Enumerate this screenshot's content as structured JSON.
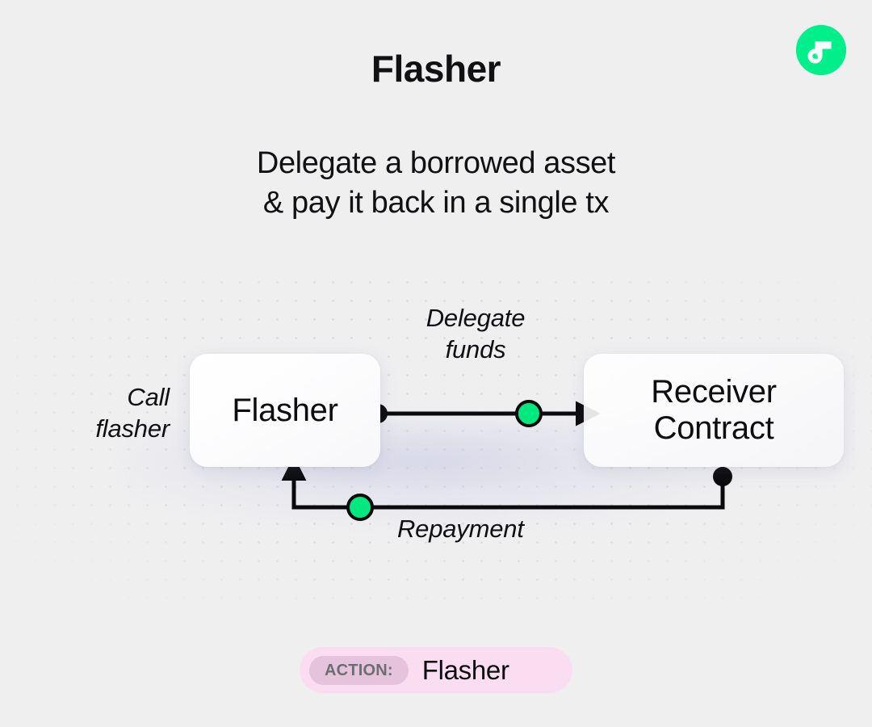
{
  "brand": {
    "logo_icon": "flow-logo-icon",
    "logo_bg": "#00ef8b"
  },
  "header": {
    "title": "Flasher",
    "subtitle_line1": "Delegate a borrowed asset",
    "subtitle_line2": "& pay it back in a single tx"
  },
  "diagram": {
    "type": "flow",
    "nodes": [
      {
        "id": "flasher",
        "label": "Flasher"
      },
      {
        "id": "receiver",
        "label_line1": "Receiver",
        "label_line2": "Contract"
      }
    ],
    "labels": {
      "call_line1": "Call",
      "call_line2": "flasher",
      "delegate_line1": "Delegate",
      "delegate_line2": "funds",
      "repayment": "Repayment"
    },
    "colors": {
      "accent_green": "#00e87f",
      "wire": "#0a0a0c",
      "dot_grid": "#dcdcde",
      "background": "#efeff0"
    }
  },
  "footer": {
    "action_tag": "ACTION:",
    "action_value": "Flasher",
    "pill_bg": "#fbddf2",
    "tag_bg": "#e5c3dd"
  }
}
